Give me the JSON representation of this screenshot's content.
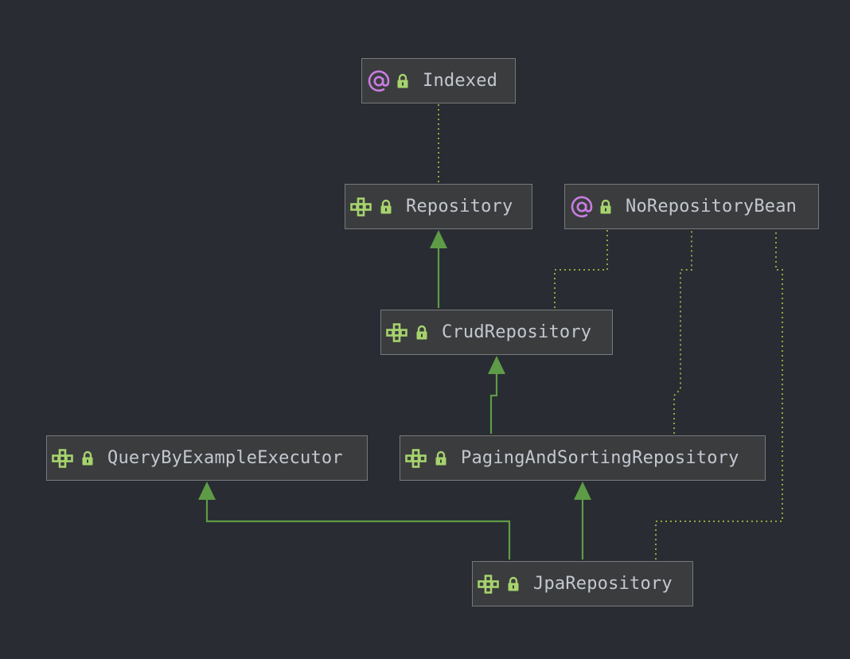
{
  "colors": {
    "background": "#292c33",
    "node_fill": "#3b3c3e",
    "node_border": "#77797b",
    "node_text": "#c3c8d0",
    "interface_icon": "#a6d36d",
    "annotation_icon": "#c77de0",
    "lock_icon": "#a6d36d",
    "extends_edge": "#5e9b47",
    "annotation_edge": "#8ea83f"
  },
  "nodes": [
    {
      "id": "indexed",
      "kind": "annotation",
      "icon": "at-sign-icon",
      "label": "Indexed"
    },
    {
      "id": "repository",
      "kind": "interface",
      "icon": "interface-icon",
      "label": "Repository"
    },
    {
      "id": "no-repository-bean",
      "kind": "annotation",
      "icon": "at-sign-icon",
      "label": "NoRepositoryBean"
    },
    {
      "id": "crud-repository",
      "kind": "interface",
      "icon": "interface-icon",
      "label": "CrudRepository"
    },
    {
      "id": "query-by-example-executor",
      "kind": "interface",
      "icon": "interface-icon",
      "label": "QueryByExampleExecutor"
    },
    {
      "id": "paging-and-sorting-repository",
      "kind": "interface",
      "icon": "interface-icon",
      "label": "PagingAndSortingRepository"
    },
    {
      "id": "jpa-repository",
      "kind": "interface",
      "icon": "interface-icon",
      "label": "JpaRepository"
    }
  ],
  "edges": [
    {
      "from": "repository",
      "to": "indexed",
      "type": "annotated-by"
    },
    {
      "from": "crud-repository",
      "to": "repository",
      "type": "extends"
    },
    {
      "from": "crud-repository",
      "to": "no-repository-bean",
      "type": "annotated-by"
    },
    {
      "from": "paging-and-sorting-repository",
      "to": "crud-repository",
      "type": "extends"
    },
    {
      "from": "paging-and-sorting-repository",
      "to": "no-repository-bean",
      "type": "annotated-by"
    },
    {
      "from": "jpa-repository",
      "to": "query-by-example-executor",
      "type": "extends"
    },
    {
      "from": "jpa-repository",
      "to": "paging-and-sorting-repository",
      "type": "extends"
    },
    {
      "from": "jpa-repository",
      "to": "no-repository-bean",
      "type": "annotated-by"
    }
  ]
}
